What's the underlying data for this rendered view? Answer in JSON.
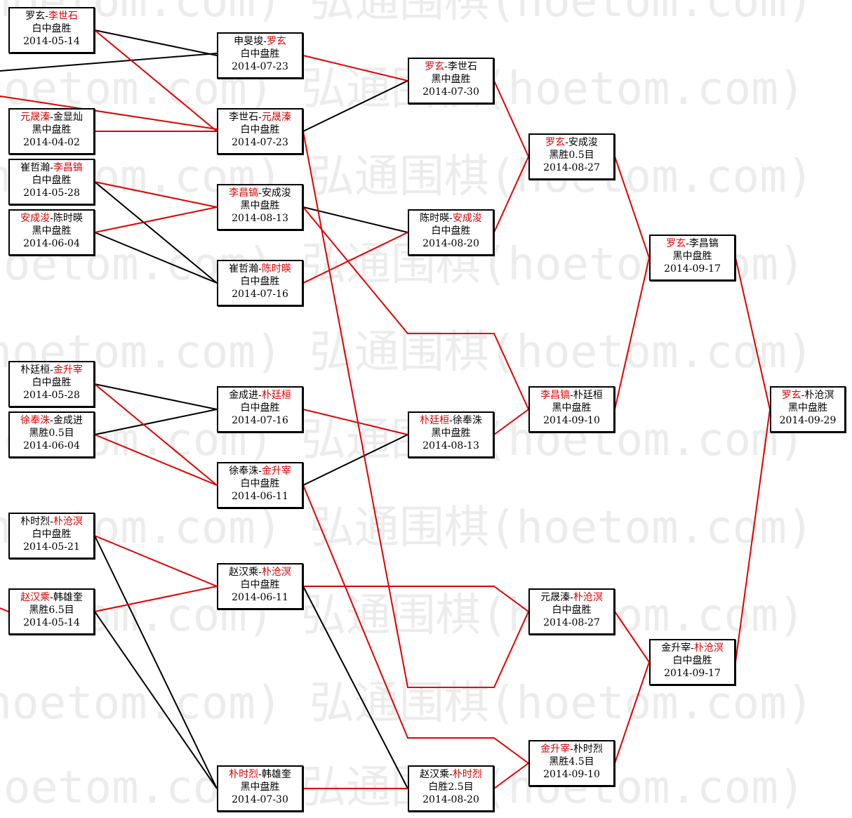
{
  "watermark": "弘通围棋(hoetom.com)",
  "colors": {
    "winner": "#e00000",
    "loser": "#000000",
    "border": "#000000"
  },
  "matches": {
    "a1": {
      "p1": "罗玄",
      "p2": "李世石",
      "winner": 2,
      "result": "白中盘胜",
      "date": "2014-05-14"
    },
    "a2": {
      "p1": "元晟溱",
      "p2": "金显灿",
      "winner": 1,
      "result": "黑中盘胜",
      "date": "2014-04-02"
    },
    "a3": {
      "p1": "崔哲瀚",
      "p2": "李昌镐",
      "winner": 2,
      "result": "白中盘胜",
      "date": "2014-05-28"
    },
    "a4": {
      "p1": "安成浚",
      "p2": "陈时暎",
      "winner": 1,
      "result": "黑中盘胜",
      "date": "2014-06-04"
    },
    "a5": {
      "p1": "朴廷桓",
      "p2": "金升宰",
      "winner": 2,
      "result": "白中盘胜",
      "date": "2014-05-28"
    },
    "a6": {
      "p1": "徐奉洙",
      "p2": "金成进",
      "winner": 1,
      "result": "黑胜0.5目",
      "date": "2014-06-04"
    },
    "a7": {
      "p1": "朴时烈",
      "p2": "朴沧溟",
      "winner": 2,
      "result": "白中盘胜",
      "date": "2014-05-21"
    },
    "a8": {
      "p1": "赵汉乘",
      "p2": "韩雄奎",
      "winner": 1,
      "result": "黑胜6.5目",
      "date": "2014-05-14"
    },
    "b1": {
      "p1": "申旻埈",
      "p2": "罗玄",
      "winner": 2,
      "result": "白中盘胜",
      "date": "2014-07-23"
    },
    "b2": {
      "p1": "李世石",
      "p2": "元晟溱",
      "winner": 2,
      "result": "白中盘胜",
      "date": "2014-07-23"
    },
    "b3": {
      "p1": "李昌镐",
      "p2": "安成浚",
      "winner": 1,
      "result": "黑中盘胜",
      "date": "2014-08-13"
    },
    "b4": {
      "p1": "崔哲瀚",
      "p2": "陈时暎",
      "winner": 2,
      "result": "白中盘胜",
      "date": "2014-07-16"
    },
    "b5": {
      "p1": "金成进",
      "p2": "朴廷桓",
      "winner": 2,
      "result": "白中盘胜",
      "date": "2014-07-16"
    },
    "b6": {
      "p1": "徐奉洙",
      "p2": "金升宰",
      "winner": 2,
      "result": "白中盘胜",
      "date": "2014-06-11"
    },
    "b7": {
      "p1": "赵汉乘",
      "p2": "朴沧溟",
      "winner": 2,
      "result": "白中盘胜",
      "date": "2014-06-11"
    },
    "b8": {
      "p1": "朴时烈",
      "p2": "韩雄奎",
      "winner": 1,
      "result": "黑中盘胜",
      "date": "2014-07-30"
    },
    "c1": {
      "p1": "罗玄",
      "p2": "李世石",
      "winner": 1,
      "result": "黑中盘胜",
      "date": "2014-07-30"
    },
    "c2": {
      "p1": "陈时暎",
      "p2": "安成浚",
      "winner": 2,
      "result": "白中盘胜",
      "date": "2014-08-20"
    },
    "c3": {
      "p1": "朴廷桓",
      "p2": "徐奉洙",
      "winner": 1,
      "result": "黑中盘胜",
      "date": "2014-08-13"
    },
    "c4": {
      "p1": "赵汉乘",
      "p2": "朴时烈",
      "winner": 2,
      "result": "白胜2.5目",
      "date": "2014-08-20"
    },
    "d1": {
      "p1": "罗玄",
      "p2": "安成浚",
      "winner": 1,
      "result": "黑胜0.5目",
      "date": "2014-08-27"
    },
    "d2": {
      "p1": "李昌镐",
      "p2": "朴廷桓",
      "winner": 1,
      "result": "黑中盘胜",
      "date": "2014-09-10"
    },
    "d3": {
      "p1": "元晟溱",
      "p2": "朴沧溟",
      "winner": 2,
      "result": "白中盘胜",
      "date": "2014-08-27"
    },
    "d4": {
      "p1": "金升宰",
      "p2": "朴时烈",
      "winner": 1,
      "result": "黑胜4.5目",
      "date": "2014-09-10"
    },
    "e1": {
      "p1": "罗玄",
      "p2": "李昌镐",
      "winner": 1,
      "result": "黑中盘胜",
      "date": "2014-09-17"
    },
    "e2": {
      "p1": "金升宰",
      "p2": "朴沧溟",
      "winner": 2,
      "result": "白中盘胜",
      "date": "2014-09-17"
    },
    "f1": {
      "p1": "罗玄",
      "p2": "朴沧溟",
      "winner": 1,
      "result": "黑中盘胜",
      "date": "2014-09-29"
    }
  }
}
